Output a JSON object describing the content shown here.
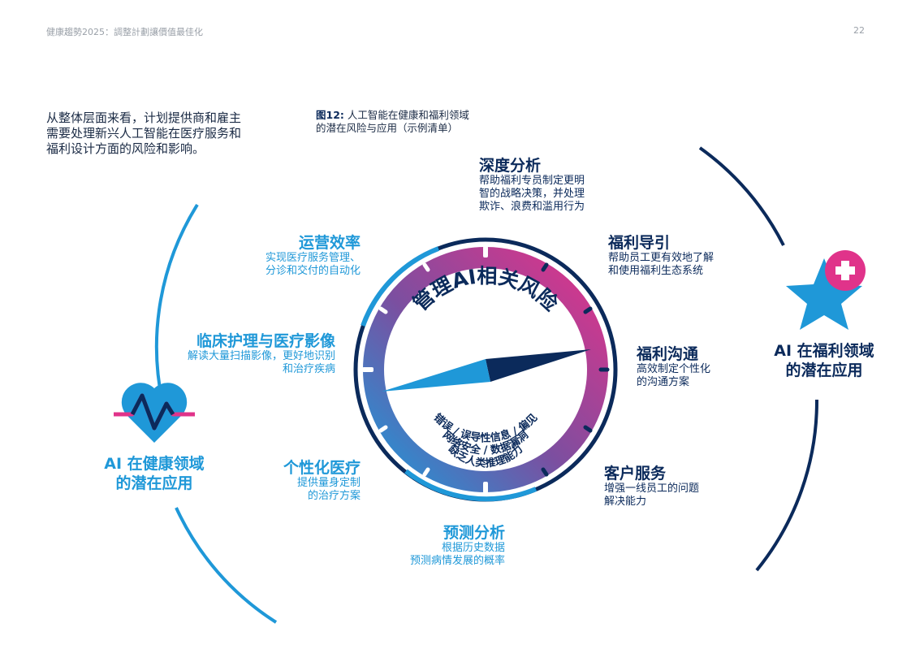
{
  "header": {
    "title": "健康趨勢2025：調整計劃讓價值最佳化",
    "page_number": "22"
  },
  "intro": {
    "lines": [
      "从整体层面来看，计划提供商和雇主",
      "需要处理新兴人工智能在医疗服务和",
      "福利设计方面的风险和影响。"
    ]
  },
  "figure": {
    "label": "图12:",
    "caption_line1": "人工智能在健康和福利领域",
    "caption_line2": "的潜在风险与应用（示例清单）"
  },
  "dial": {
    "top_text": "管理AI相关风险",
    "bottom_lines": [
      "错误 / 误导性信息 / 偏见",
      "网络安全 / 数据漏洞",
      "缺乏人类推理能力"
    ]
  },
  "benefits_group": {
    "title_line1": "AI 在福利领域",
    "title_line2": "的潜在应用",
    "icon": "star-plus-icon"
  },
  "health_group": {
    "title_line1": "AI 在健康领域",
    "title_line2": "的潜在应用",
    "icon": "heart-pulse-icon"
  },
  "benefit_items": [
    {
      "title": "深度分析",
      "desc": [
        "帮助福利专员制定更明",
        "智的战略决策，并处理",
        "欺诈、浪费和滥用行为"
      ]
    },
    {
      "title": "福利导引",
      "desc": [
        "帮助员工更有效地了解",
        "和使用福利生态系统"
      ]
    },
    {
      "title": "福利沟通",
      "desc": [
        "高效制定个性化",
        "的沟通方案"
      ]
    },
    {
      "title": "客户服务",
      "desc": [
        "增强一线员工的问题",
        "解决能力"
      ]
    }
  ],
  "health_items": [
    {
      "title": "运营效率",
      "desc": [
        "实现医疗服务管理、",
        "分诊和交付的自动化"
      ]
    },
    {
      "title": "临床护理与医疗影像",
      "desc": [
        "解读大量扫描影像，更好地识别",
        "和治疗疾病"
      ]
    },
    {
      "title": "个性化医疗",
      "desc": [
        "提供量身定制",
        "的治疗方案"
      ]
    },
    {
      "title": "预测分析",
      "desc": [
        "根据历史数据",
        "预测病情发展的概率"
      ]
    }
  ],
  "colors": {
    "navy": "#0b2a5b",
    "blue": "#1f98d8",
    "magenta": "#e0338a",
    "purple": "#7b4fa0"
  }
}
